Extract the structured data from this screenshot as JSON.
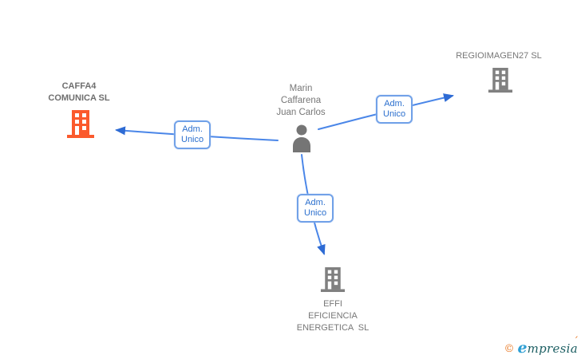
{
  "diagram": {
    "type": "corporate-relationship-graph",
    "person": {
      "name_lines": [
        "Marin",
        "Caffarena",
        "Juan Carlos"
      ]
    },
    "companies": [
      {
        "id": "caffa4",
        "name_lines": [
          "CAFFA4",
          "COMUNICA SL"
        ],
        "highlight": true
      },
      {
        "id": "regioimagen27",
        "name_lines": [
          "REGIOIMAGEN27 SL"
        ],
        "highlight": false
      },
      {
        "id": "effi",
        "name_lines": [
          "EFFI",
          "EFICIENCIA",
          "ENERGETICA  SL"
        ],
        "highlight": false
      }
    ],
    "edges": [
      {
        "from": "person",
        "to": "caffa4",
        "label_lines": [
          "Adm.",
          "Unico"
        ]
      },
      {
        "from": "person",
        "to": "regioimagen27",
        "label_lines": [
          "Adm.",
          "Unico"
        ]
      },
      {
        "from": "person",
        "to": "effi",
        "label_lines": [
          "Adm.",
          "Unico"
        ]
      }
    ]
  },
  "icons": {
    "person": "person-silhouette-icon",
    "company": "office-building-icon"
  },
  "colors": {
    "background": "#ffffff",
    "company_highlight": "#fb5a2d",
    "company_default": "#808080",
    "person": "#757575",
    "node_text": "#777777",
    "edge_line": "#4a86e8",
    "edge_arrow": "#2e6bd4",
    "badge_border": "#71a1e8",
    "badge_text": "#2b6fce",
    "logo_copyright": "#e87722",
    "logo_lead": "#2e9fd4",
    "logo_rest": "#1d5f63"
  },
  "logo": {
    "copyright": "©",
    "brand_lead": "e",
    "brand_rest": "mpresia",
    "accent": "´"
  }
}
